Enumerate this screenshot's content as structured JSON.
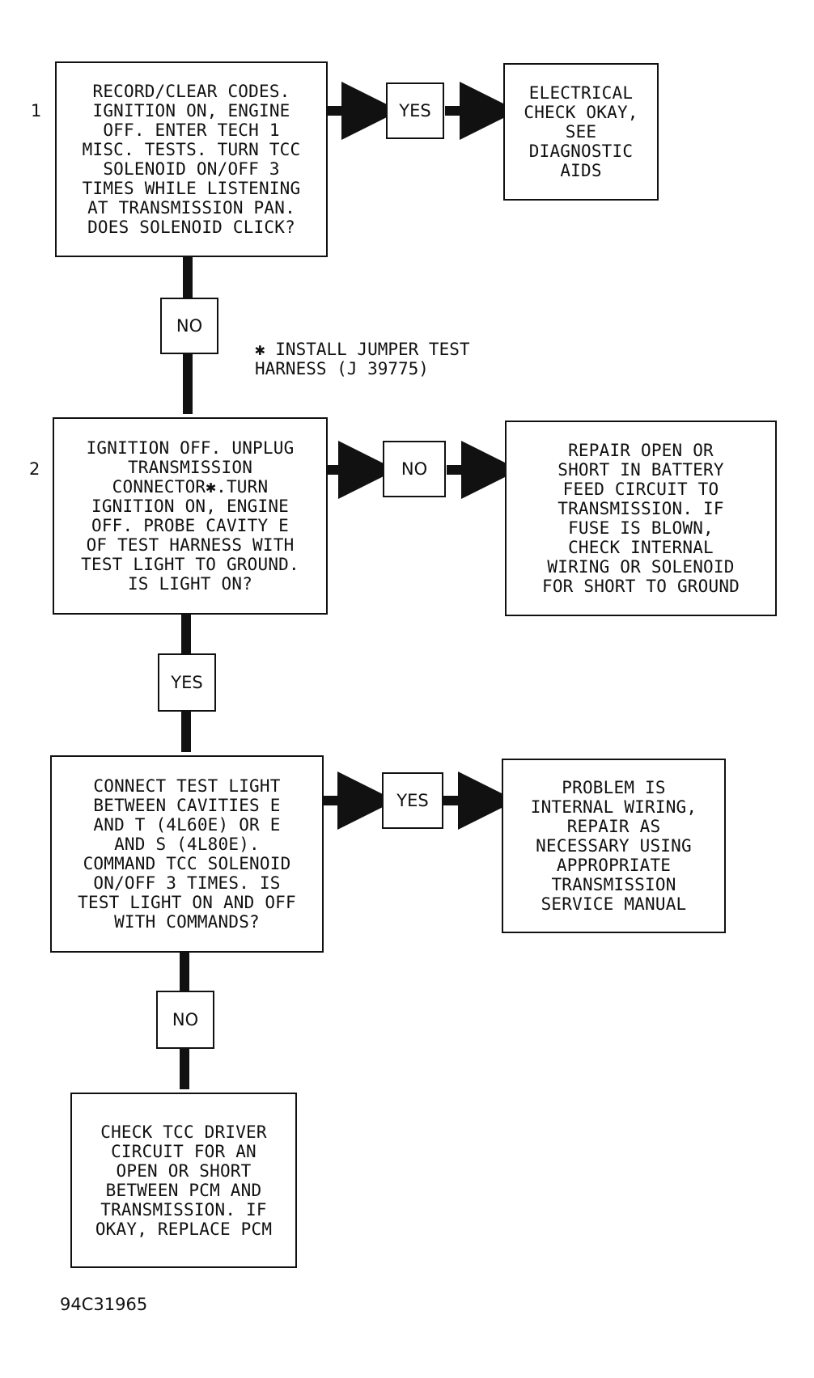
{
  "steps": [
    {
      "number": "1",
      "text": "RECORD/CLEAR CODES.\nIGNITION ON, ENGINE\nOFF. ENTER TECH 1\nMISC. TESTS. TURN TCC\nSOLENOID ON/OFF 3\nTIMES WHILE LISTENING\nAT TRANSMISSION PAN.\nDOES SOLENOID CLICK?"
    },
    {
      "number": "2",
      "text": "IGNITION OFF. UNPLUG\nTRANSMISSION\nCONNECTOR✱.TURN\nIGNITION ON, ENGINE\nOFF. PROBE CAVITY E\nOF TEST HARNESS WITH\nTEST LIGHT TO GROUND.\nIS LIGHT ON?"
    },
    {
      "number": "",
      "text": "CONNECT TEST LIGHT\nBETWEEN CAVITIES E\nAND T (4L60E) OR E\nAND S (4L80E).\nCOMMAND TCC SOLENOID\nON/OFF 3 TIMES. IS\nTEST LIGHT ON AND OFF\nWITH COMMANDS?"
    }
  ],
  "results": [
    {
      "text": "ELECTRICAL\nCHECK OKAY,\nSEE\nDIAGNOSTIC\nAIDS"
    },
    {
      "text": "REPAIR OPEN OR\nSHORT IN BATTERY\nFEED CIRCUIT TO\nTRANSMISSION. IF\nFUSE IS BLOWN,\nCHECK INTERNAL\nWIRING OR SOLENOID\nFOR SHORT TO GROUND"
    },
    {
      "text": "PROBLEM IS\nINTERNAL WIRING,\nREPAIR AS\nNECESSARY USING\nAPPROPRIATE\nTRANSMISSION\nSERVICE MANUAL"
    },
    {
      "text": "CHECK TCC DRIVER\nCIRCUIT FOR AN\nOPEN OR SHORT\nBETWEEN PCM AND\nTRANSMISSION. IF\nOKAY, REPLACE PCM"
    }
  ],
  "decisions": {
    "step1_right": "YES",
    "step1_down": "NO",
    "step2_right": "NO",
    "step2_down": "YES",
    "step3_right": "YES",
    "step3_down": "NO"
  },
  "note": "✱ INSTALL JUMPER TEST\nHARNESS (J 39775)",
  "figure_id": "94C31965"
}
